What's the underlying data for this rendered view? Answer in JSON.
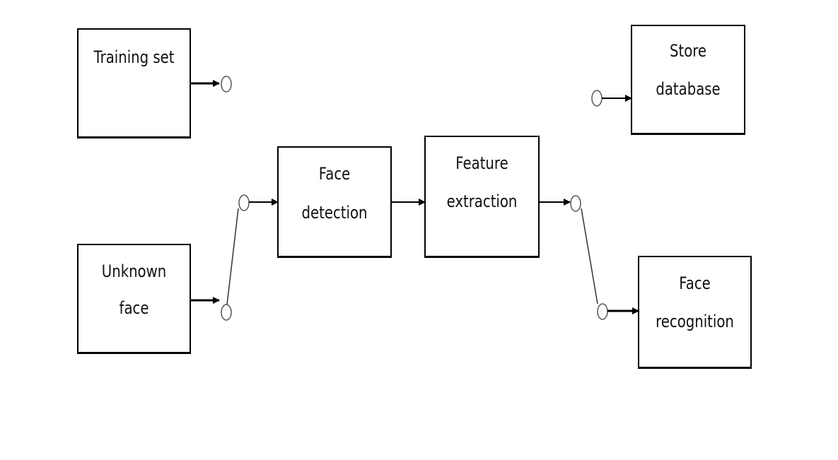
{
  "diagram": {
    "nodes": {
      "training_set": {
        "line1": "Training set",
        "line2": ""
      },
      "unknown_face": {
        "line1": "Unknown",
        "line2": "face"
      },
      "face_detection": {
        "line1": "Face",
        "line2": "detection"
      },
      "feature_extraction": {
        "line1": "Feature",
        "line2": "extraction"
      },
      "store_database": {
        "line1": "Store",
        "line2": "database"
      },
      "face_recognition": {
        "line1": "Face",
        "line2": "recognition"
      }
    },
    "edges": [
      {
        "from": "training_set",
        "to": "switch-terminal"
      },
      {
        "from": "unknown_face",
        "to": "switch-terminal"
      },
      {
        "from": "input-switch",
        "to": "face_detection"
      },
      {
        "from": "face_detection",
        "to": "feature_extraction"
      },
      {
        "from": "feature_extraction",
        "to": "output-switch"
      },
      {
        "from": "switch-terminal",
        "to": "store_database"
      },
      {
        "from": "switch-terminal",
        "to": "face_recognition"
      }
    ],
    "colors": {
      "stroke": "#000000",
      "background": "#ffffff"
    }
  }
}
